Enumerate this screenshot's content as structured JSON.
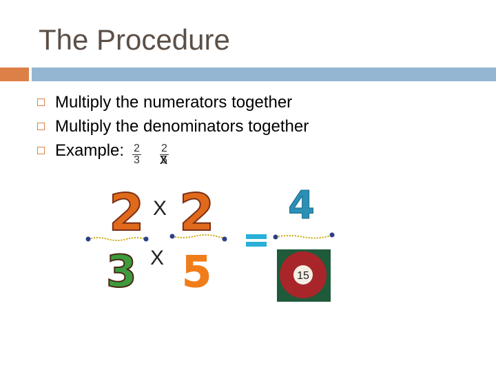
{
  "slide": {
    "title": "The Procedure",
    "bullets": [
      "Multiply the numerators together",
      "Multiply the denominators together",
      "Example:"
    ],
    "example_inline": {
      "num1": "2",
      "den1": "3",
      "times": "x",
      "num2": "2",
      "den2": "5"
    }
  },
  "illustration": {
    "num1": "2",
    "den1": "3",
    "num2": "2",
    "den2": "5",
    "times_top": "X",
    "times_bottom": "X",
    "result_num": "4",
    "result_den": "15"
  },
  "colors": {
    "title": "#5b4f47",
    "accent_orange": "#dd8047",
    "accent_blue": "#94b6d2",
    "equals": "#2ab0d8",
    "result": "#2b8fb6"
  }
}
